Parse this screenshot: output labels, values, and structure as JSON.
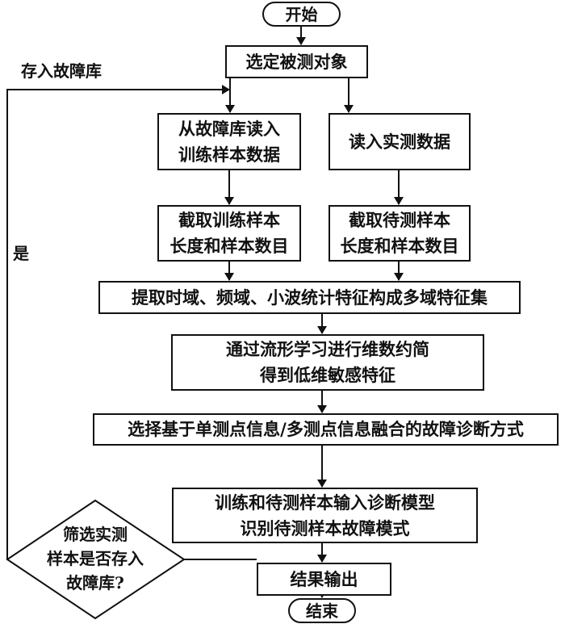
{
  "diagram": {
    "type": "flowchart",
    "nodes": {
      "start": "开始",
      "select_object": "选定被测对象",
      "read_train": "从故障库读入\n训练样本数据",
      "read_measured": "读入实测数据",
      "cut_train": "截取训练样本\n长度和样本数目",
      "cut_test": "截取待测样本\n长度和样本数目",
      "extract_features": "提取时域、频域、小波统计特征构成多域特征集",
      "manifold_reduce": "通过流形学习进行维数约简\n得到低维敏感特征",
      "select_method": "选择基于单测点信息/多测点信息融合的故障诊断方式",
      "train_identify": "训练和待测样本输入诊断模型\n识别待测样本故障模式",
      "result_output": "结果输出",
      "end": "结束",
      "decision": "筛选实测\n样本是否存入\n故障库?"
    },
    "edge_labels": {
      "store_fault_lib": "存入故障库",
      "yes": "是"
    },
    "edges": [
      [
        "start",
        "select_object"
      ],
      [
        "select_object",
        "read_train"
      ],
      [
        "select_object",
        "read_measured"
      ],
      [
        "read_train",
        "cut_train"
      ],
      [
        "read_measured",
        "cut_test"
      ],
      [
        "cut_train",
        "extract_features"
      ],
      [
        "cut_test",
        "extract_features"
      ],
      [
        "extract_features",
        "manifold_reduce"
      ],
      [
        "manifold_reduce",
        "select_method"
      ],
      [
        "select_method",
        "train_identify"
      ],
      [
        "train_identify",
        "result_output"
      ],
      [
        "result_output",
        "end"
      ],
      [
        "result_output",
        "decision"
      ],
      [
        "decision",
        "read_train"
      ]
    ],
    "colors": {
      "stroke": "#111111",
      "background": "#ffffff"
    }
  }
}
